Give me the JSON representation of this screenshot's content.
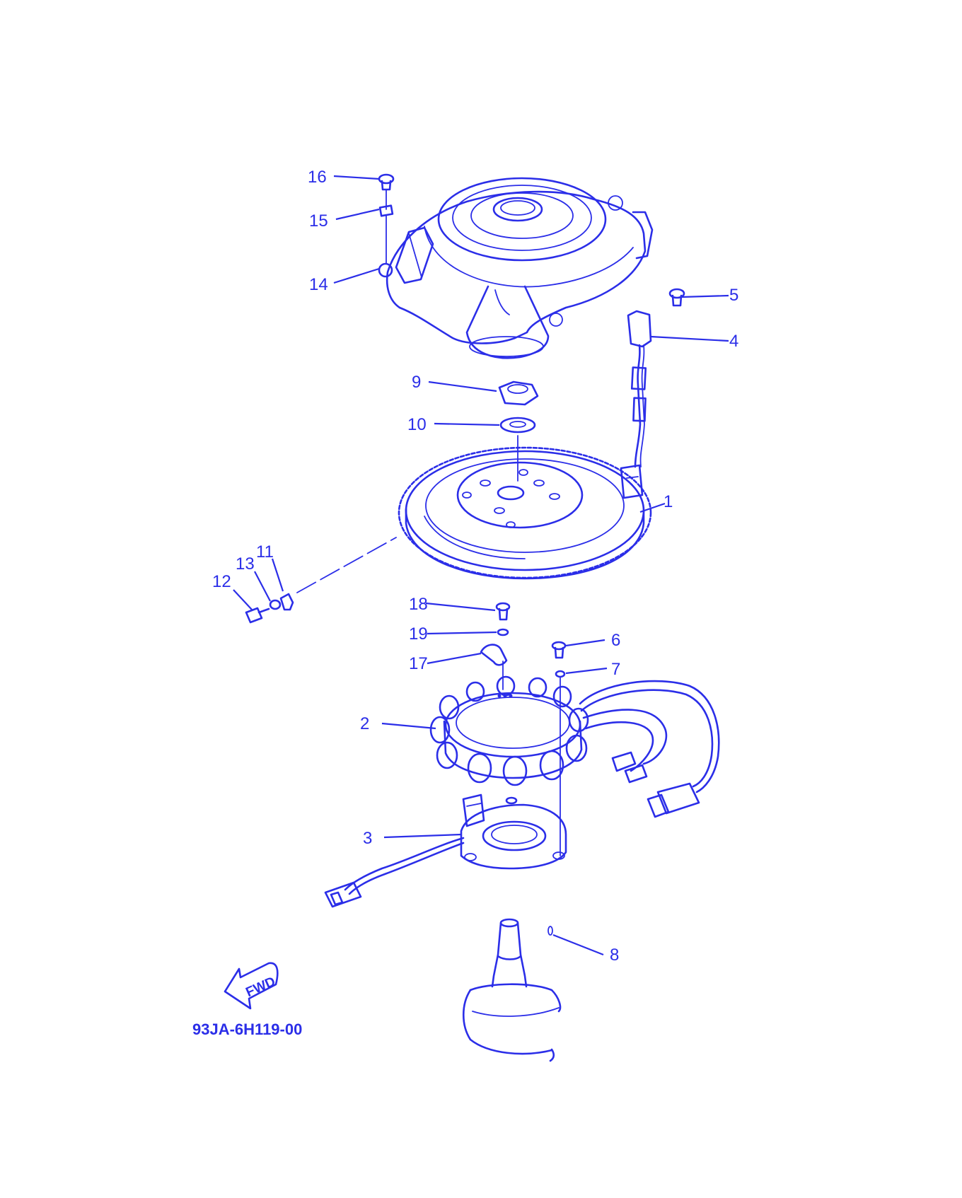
{
  "diagram": {
    "part_code": "93JA-6H119-00",
    "fwd_label": "FWD",
    "ink_color": "#2b2ee8",
    "background": "#ffffff",
    "callouts": [
      "1",
      "2",
      "3",
      "4",
      "5",
      "6",
      "7",
      "8",
      "9",
      "10",
      "11",
      "12",
      "13",
      "14",
      "15",
      "16",
      "17",
      "18",
      "19"
    ]
  }
}
